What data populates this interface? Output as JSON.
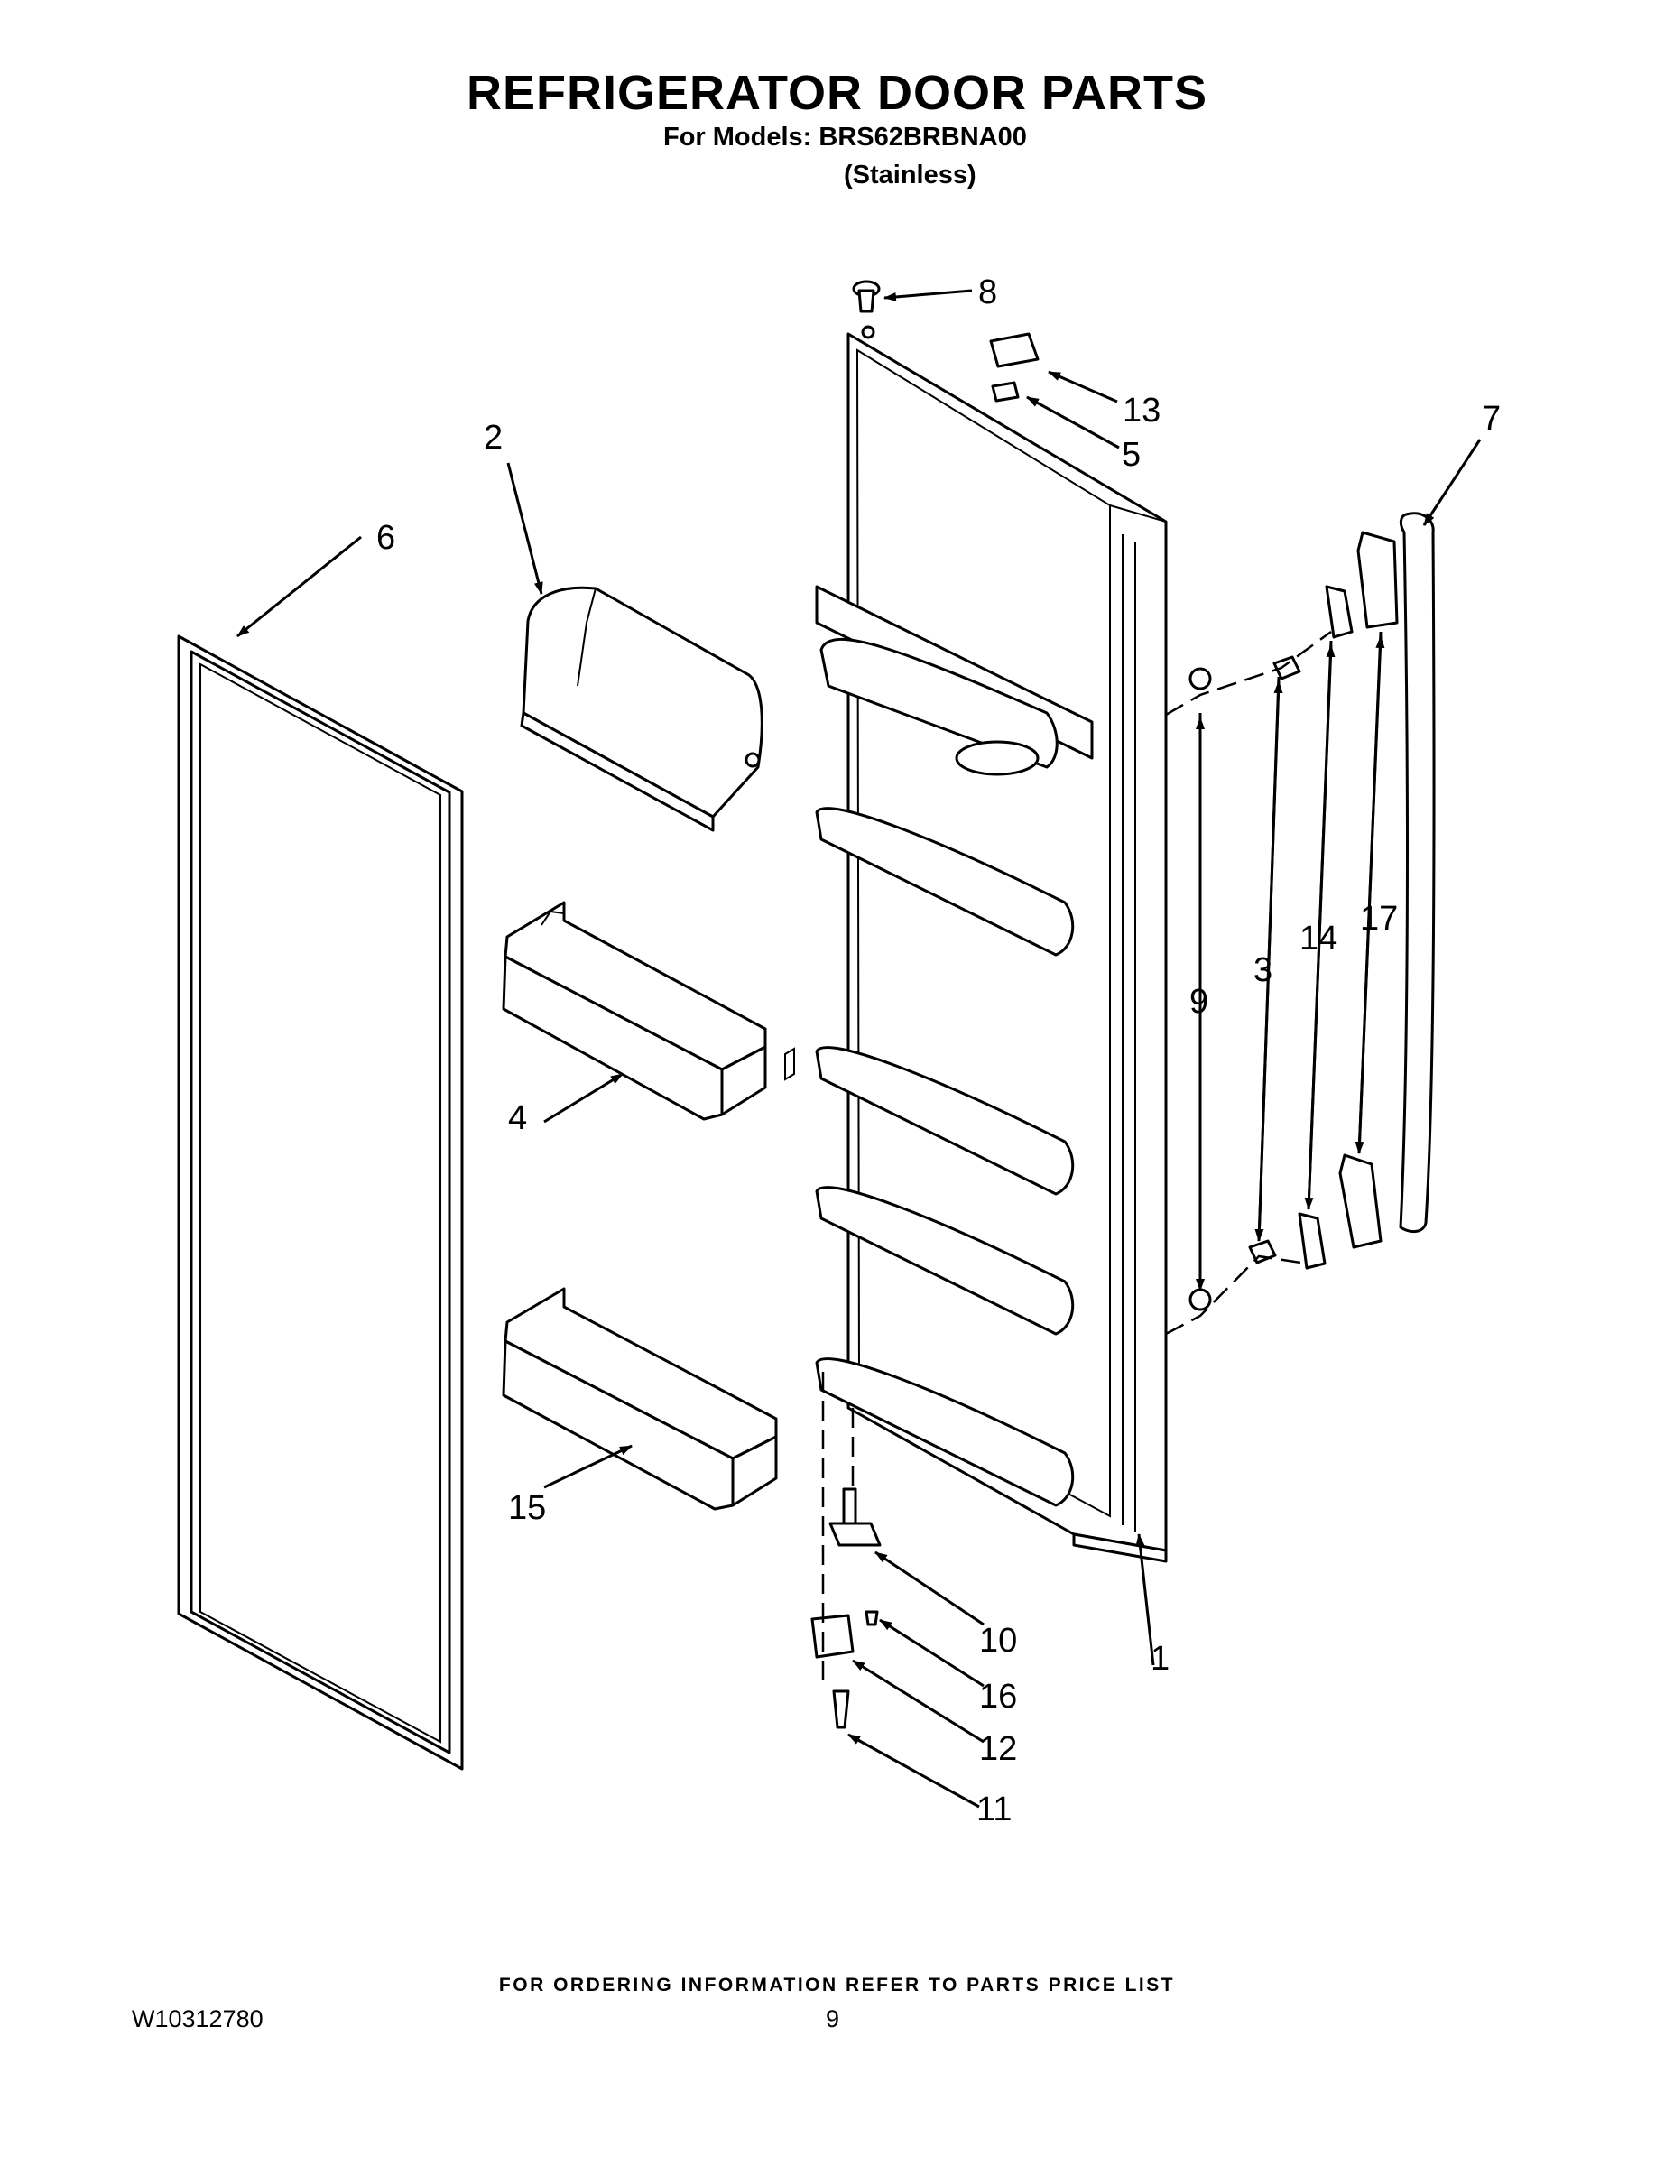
{
  "header": {
    "title": "REFRIGERATOR DOOR PARTS",
    "models": "For Models: BRS62BRBNA00",
    "variant": "(Stainless)"
  },
  "footer": {
    "order_info": "FOR ORDERING INFORMATION REFER TO PARTS PRICE LIST",
    "doc_id": "W10312780",
    "page_number": "9"
  },
  "callouts": {
    "c1": "1",
    "c2": "2",
    "c3": "3",
    "c4": "4",
    "c5": "5",
    "c6": "6",
    "c7": "7",
    "c8": "8",
    "c9": "9",
    "c10": "10",
    "c11": "11",
    "c12": "12",
    "c13": "13",
    "c14": "14",
    "c15": "15",
    "c16": "16",
    "c17": "17"
  }
}
